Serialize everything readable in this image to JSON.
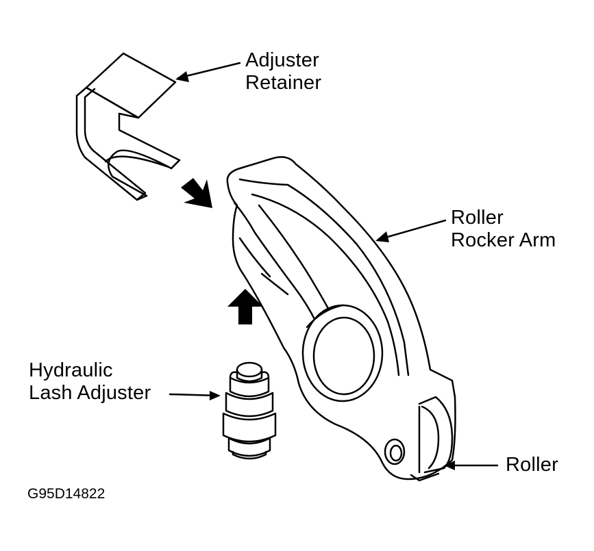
{
  "labels": {
    "adjuster_retainer": [
      "Adjuster",
      "Retainer"
    ],
    "roller_rocker_arm": [
      "Roller",
      "Rocker Arm"
    ],
    "hydraulic_lash_adjuster": [
      "Hydraulic",
      "Lash Adjuster"
    ],
    "roller": "Roller"
  },
  "figure_code": "G95D14822",
  "colors": {
    "ink": "#000000",
    "paper": "#ffffff"
  }
}
